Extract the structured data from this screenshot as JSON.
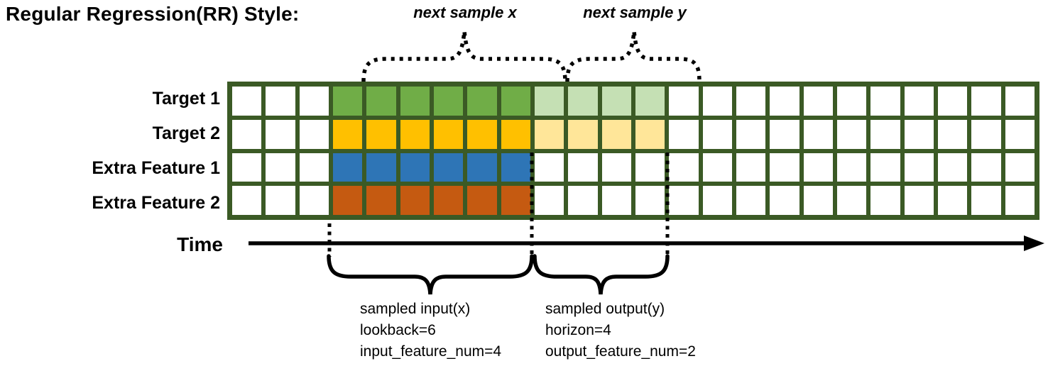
{
  "title": "Regular Regression(RR) Style:",
  "colors": {
    "grid_border": "#3B5A25",
    "target1": "#70AD47",
    "target1_light": "#C5E0B4",
    "target2": "#FFC000",
    "target2_light": "#FFE699",
    "extra_feature1": "#2E75B6",
    "extra_feature2": "#C55A11",
    "line": "#000000"
  },
  "grid": {
    "columns": 24,
    "rows": [
      {
        "label": "Target 1",
        "segments": [
          {
            "start": 3,
            "count": 6,
            "color": "target1"
          },
          {
            "start": 9,
            "count": 4,
            "color": "target1_light"
          }
        ]
      },
      {
        "label": "Target 2",
        "segments": [
          {
            "start": 3,
            "count": 6,
            "color": "target2"
          },
          {
            "start": 9,
            "count": 4,
            "color": "target2_light"
          }
        ]
      },
      {
        "label": "Extra Feature 1",
        "segments": [
          {
            "start": 3,
            "count": 6,
            "color": "extra_feature1"
          }
        ]
      },
      {
        "label": "Extra Feature 2",
        "segments": [
          {
            "start": 3,
            "count": 6,
            "color": "extra_feature2"
          }
        ]
      }
    ]
  },
  "annotations": {
    "next_sample_x": "next sample x",
    "next_sample_y": "next sample y",
    "time_label": "Time",
    "input_block": [
      "sampled input(x)",
      "lookback=6",
      "input_feature_num=4"
    ],
    "output_block": [
      "sampled output(y)",
      "horizon=4",
      "output_feature_num=2"
    ]
  }
}
